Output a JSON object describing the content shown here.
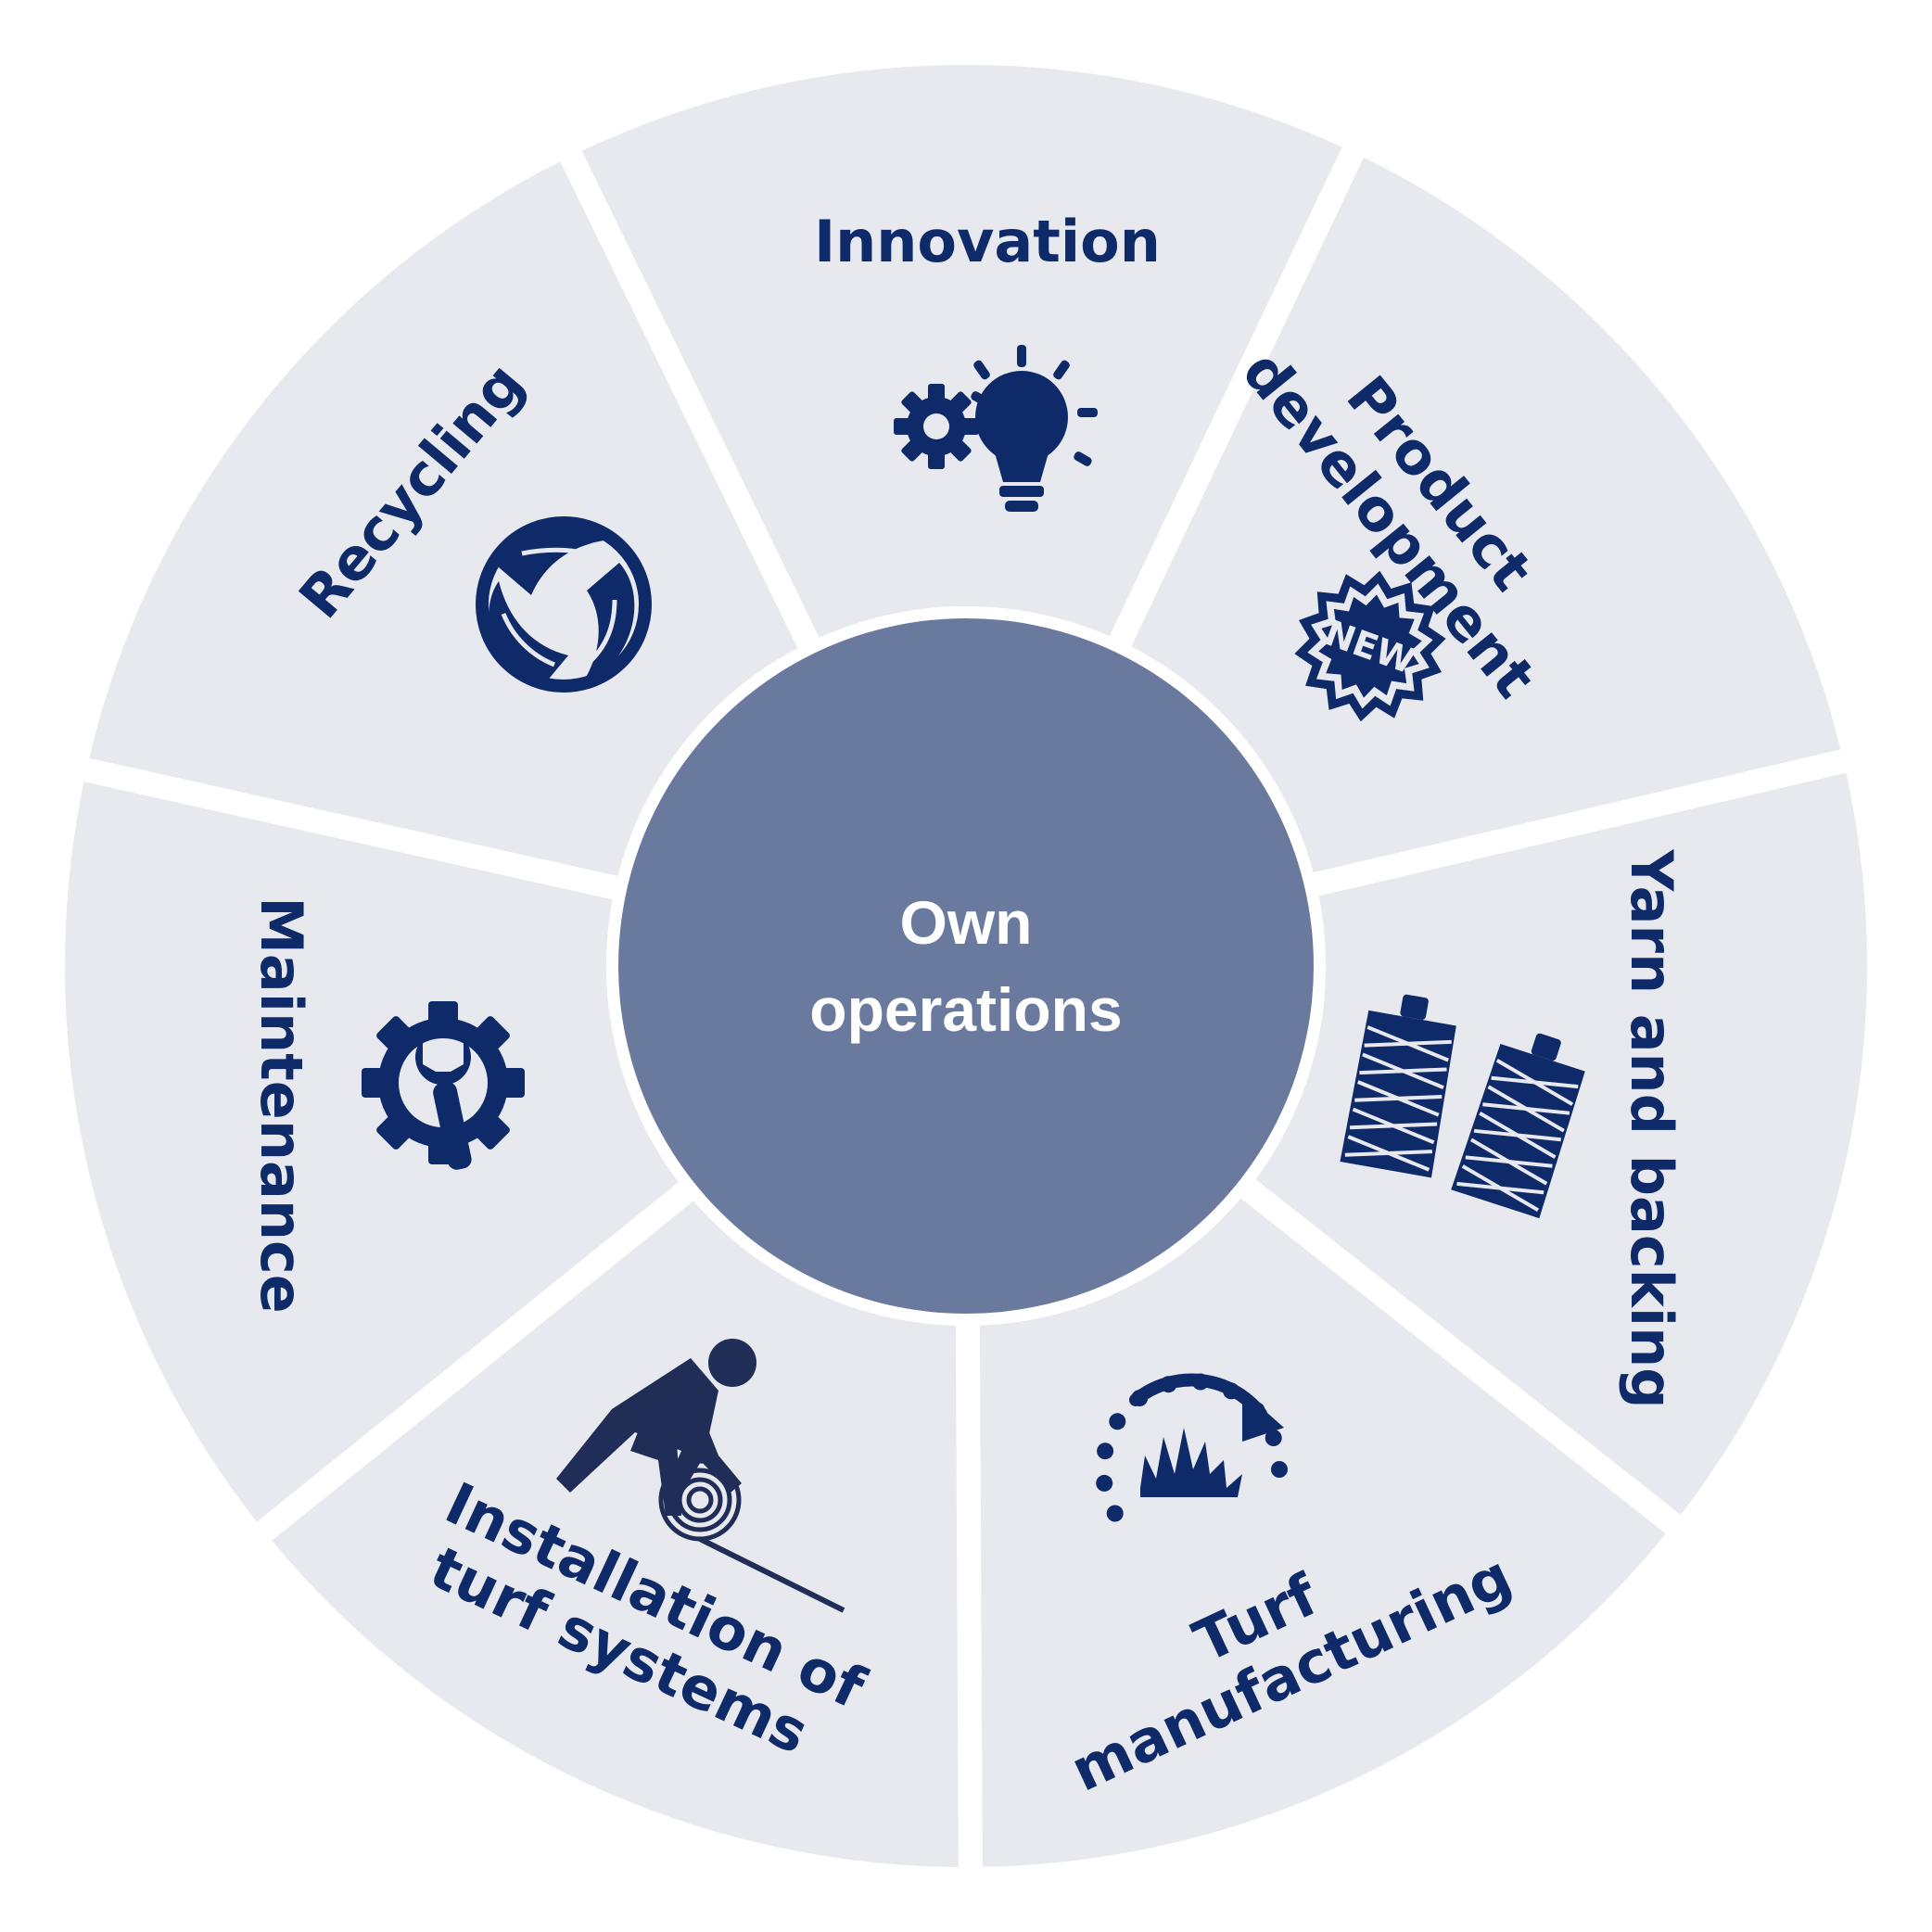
{
  "center": {
    "lines": [
      "Own",
      "operations"
    ],
    "color": "#6a7a9e"
  },
  "colors": {
    "segment": "#e8e9ef",
    "text": "#0f2a69",
    "background": "#ffffff"
  },
  "segments": [
    {
      "id": "innovation",
      "lines": [
        "Innovation"
      ],
      "icon": "gear-lightbulb-icon"
    },
    {
      "id": "product-development",
      "lines": [
        "Product",
        "development"
      ],
      "icon": "new-badge-icon"
    },
    {
      "id": "yarn-and-backing",
      "lines": [
        "Yarn and backing"
      ],
      "icon": "yarn-spools-icon"
    },
    {
      "id": "turf-manufacturing",
      "lines": [
        "Turf",
        "manufacturing"
      ],
      "icon": "grass-cycle-icon"
    },
    {
      "id": "installation",
      "lines": [
        "Installation of",
        "turf systems"
      ],
      "icon": "worker-rolling-turf-icon"
    },
    {
      "id": "maintenance",
      "lines": [
        "Maintenance"
      ],
      "icon": "gear-wrench-icon"
    },
    {
      "id": "recycling",
      "lines": [
        "Recycling"
      ],
      "icon": "leaf-cycle-icon"
    }
  ],
  "badge_text": "NEW"
}
